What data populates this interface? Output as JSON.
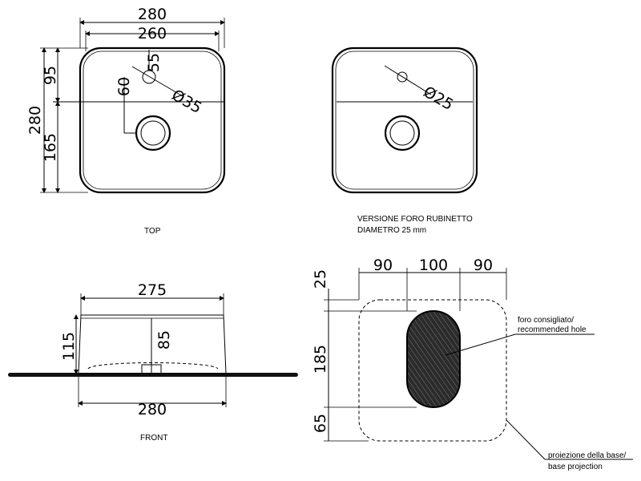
{
  "views": {
    "top": {
      "caption": "TOP",
      "dims": {
        "overall_width": "280",
        "inner_width": "260",
        "overall_depth": "280",
        "upper_depth": "95",
        "lower_depth": "165",
        "hole_offset": "60",
        "tap_offset": "55",
        "drain_diameter": "Ø35"
      }
    },
    "tap_hole_version": {
      "caption_line1": "VERSIONE FORO RUBINETTO",
      "caption_line2": "DIAMETRO 25 mm",
      "dims": {
        "tap_diameter": "Ø25"
      }
    },
    "front": {
      "caption": "FRONT",
      "dims": {
        "top_width": "275",
        "bottom_width": "280",
        "height": "115",
        "bowl_depth": "85"
      }
    },
    "base": {
      "dims": {
        "col_left": "90",
        "col_mid": "100",
        "col_right": "90",
        "row_top": "25",
        "row_mid": "185",
        "row_bottom": "65"
      },
      "notes": {
        "hole_line1": "foro consigliato/",
        "hole_line2": "recommended hole",
        "base_line1": "proiezione della base/",
        "base_line2": "base projection"
      }
    }
  }
}
